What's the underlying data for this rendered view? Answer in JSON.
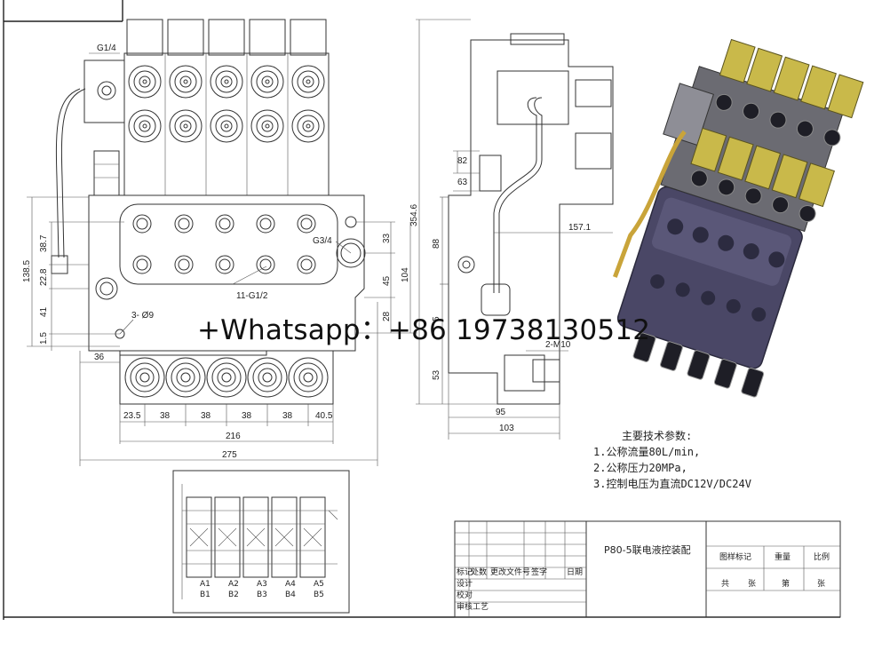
{
  "dimensions": {
    "top_port": "G1/4",
    "d_138_5": "138.5",
    "d_38_7": "38.7",
    "d_22_8": "22.8",
    "d_41": "41",
    "d_1_5": "1.5",
    "d_36": "36",
    "d_23_5": "23.5",
    "d_38": "38",
    "d_40_5": "40.5",
    "d_216": "216",
    "d_275": "275",
    "d_33": "33",
    "d_45": "45",
    "d_104": "104",
    "d_28": "28",
    "port_g34": "G3/4",
    "port_11": "11-G1/2",
    "hole_3": "3- Ø9",
    "d_354_6": "354.6",
    "d_82": "82",
    "d_63": "63",
    "d_88": "88",
    "d_157_1": "157.1",
    "d_53": "53",
    "d_95": "95",
    "d_103": "103",
    "d_2m10": "2-M10",
    "d_side_5": "5"
  },
  "watermark": "+Whatsapp：+86 19738130512",
  "specs": {
    "title": "主要技术参数:",
    "lines": [
      "1.公称流量80L/min,",
      "2.公称压力20MPa,",
      "3.控制电压为直流DC12V/DC24V"
    ]
  },
  "title_block": {
    "drawing_title": "P80-5联电液控装配",
    "rev_header": [
      "标记",
      "处数",
      "更改文件号",
      "签字",
      "日期"
    ],
    "roles": [
      "设计",
      "校对",
      "审核",
      "工艺"
    ],
    "right_labels": [
      "图样标记",
      "重量",
      "比例",
      "共",
      "张",
      "第",
      "张"
    ]
  },
  "schematic_labels": [
    "A1",
    "B1",
    "A2",
    "B2",
    "A3",
    "B3",
    "A4",
    "B4",
    "A5",
    "B5"
  ],
  "colors": {
    "line": "#333333",
    "housing_purple": "#4a4766",
    "coil_yellow": "#c9b94a",
    "background": "#ffffff"
  }
}
